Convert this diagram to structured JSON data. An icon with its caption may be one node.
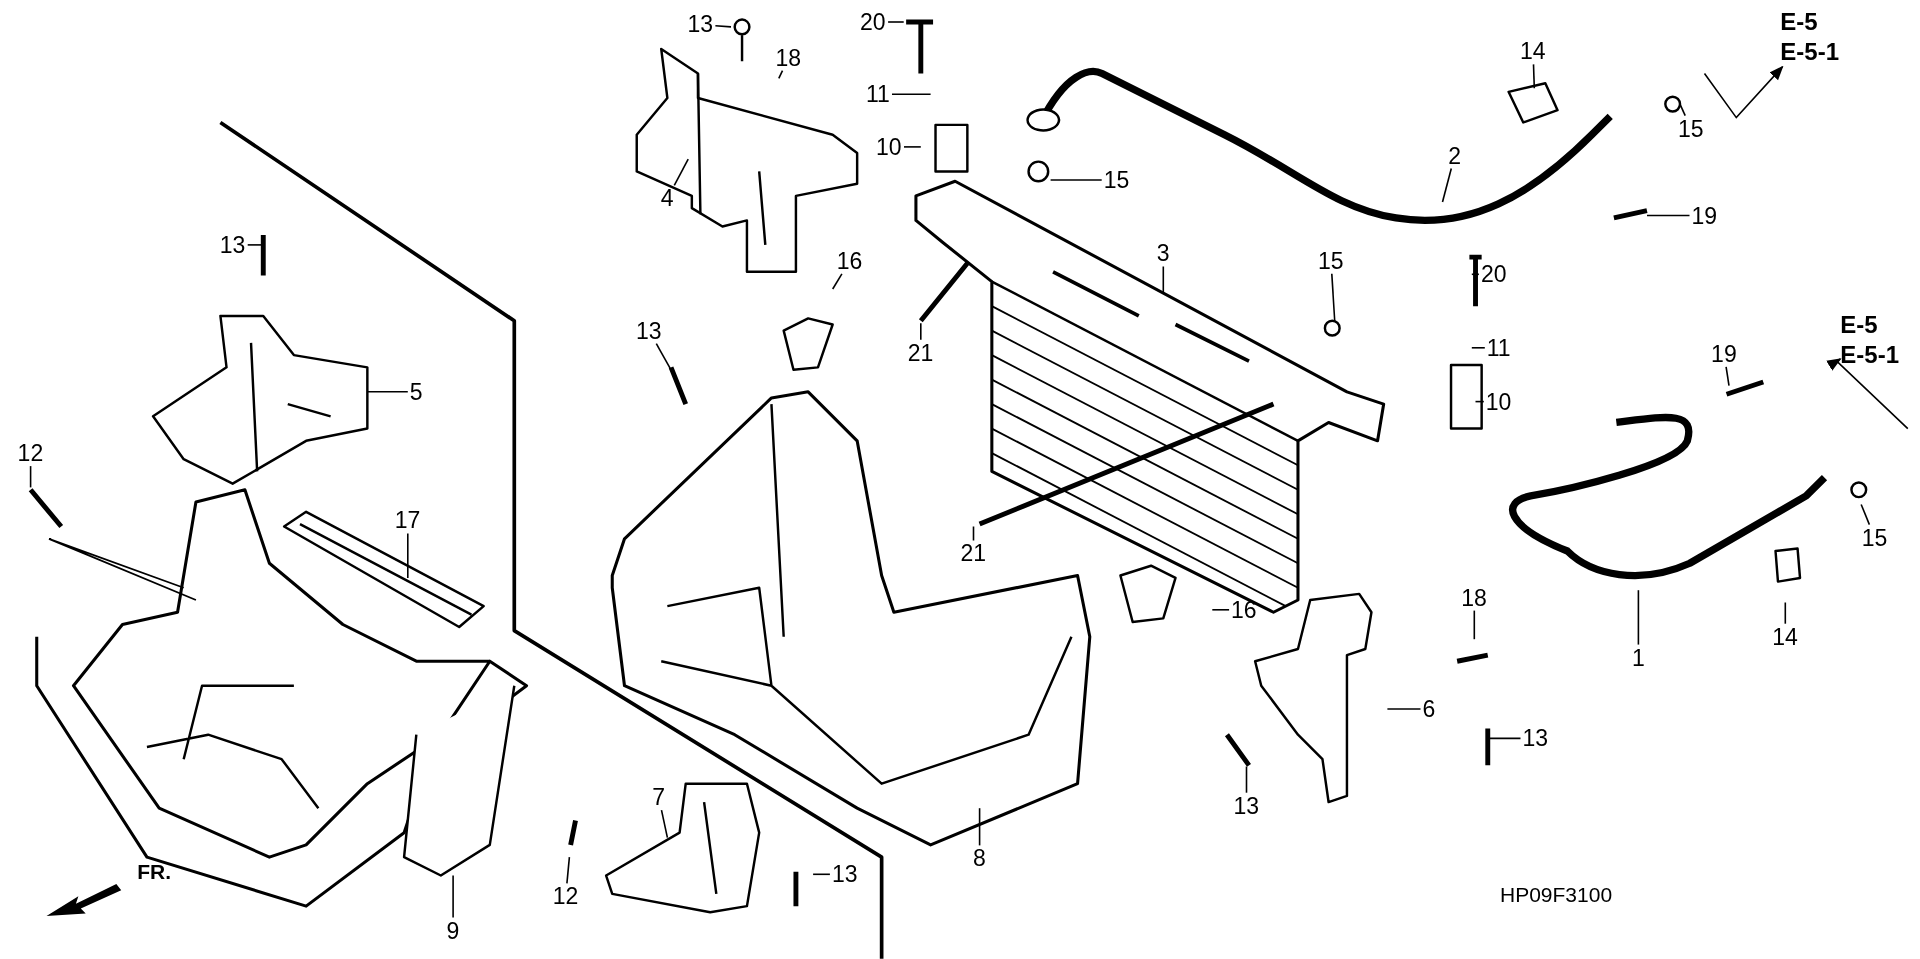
{
  "diagram": {
    "nodes": [
      {
        "text": [
          "13"
        ]
      },
      {
        "text": [
          "20"
        ]
      },
      {
        "text": [
          "18"
        ]
      },
      {
        "text": [
          "11"
        ]
      },
      {
        "text": [
          "10"
        ]
      },
      {
        "text": [
          "15"
        ]
      },
      {
        "text": [
          "4"
        ]
      },
      {
        "text": [
          "14"
        ]
      },
      {
        "text": [
          "2"
        ]
      },
      {
        "text": [
          "15"
        ]
      },
      {
        "text": [
          "19"
        ]
      },
      {
        "text": [
          "E-5",
          "E-5-1"
        ]
      },
      {
        "text": [
          "13"
        ]
      },
      {
        "text": [
          "3"
        ]
      },
      {
        "text": [
          "16"
        ]
      },
      {
        "text": [
          "20"
        ]
      },
      {
        "text": [
          "15"
        ]
      },
      {
        "text": [
          "13"
        ]
      },
      {
        "text": [
          "21"
        ]
      },
      {
        "text": [
          "11"
        ]
      },
      {
        "text": [
          "5"
        ]
      },
      {
        "text": [
          "10"
        ]
      },
      {
        "text": [
          "E-5",
          "E-5-1"
        ]
      },
      {
        "text": [
          "19"
        ]
      },
      {
        "text": [
          "12"
        ]
      },
      {
        "text": [
          "17"
        ]
      },
      {
        "text": [
          "21"
        ]
      },
      {
        "text": [
          "18"
        ]
      },
      {
        "text": [
          "16"
        ]
      },
      {
        "text": [
          "1"
        ]
      },
      {
        "text": [
          "15"
        ]
      },
      {
        "text": [
          "14"
        ]
      },
      {
        "text": [
          "6"
        ]
      },
      {
        "text": [
          "13"
        ]
      },
      {
        "text": [
          "13"
        ]
      },
      {
        "text": [
          "7"
        ]
      },
      {
        "text": [
          "13"
        ]
      },
      {
        "text": [
          "12"
        ]
      },
      {
        "text": [
          "8"
        ]
      },
      {
        "text": [
          "9"
        ]
      }
    ],
    "edges": [
      {
        "from": 0,
        "to": null,
        "arrow": "none"
      },
      {
        "from": 1,
        "to": null,
        "arrow": "none"
      },
      {
        "from": 2,
        "to": null,
        "arrow": "none"
      },
      {
        "from": 3,
        "to": null,
        "arrow": "none"
      },
      {
        "from": 4,
        "to": null,
        "arrow": "none"
      },
      {
        "from": 5,
        "to": null,
        "arrow": "none"
      },
      {
        "from": 6,
        "to": null,
        "arrow": "none"
      },
      {
        "from": 7,
        "to": null,
        "arrow": "none"
      },
      {
        "from": 8,
        "to": null,
        "arrow": "none"
      },
      {
        "from": 9,
        "to": null,
        "arrow": "none"
      },
      {
        "from": 10,
        "to": null,
        "arrow": "none"
      },
      {
        "from": null,
        "to": 11,
        "arrow": "to"
      },
      {
        "from": 12,
        "to": null,
        "arrow": "none"
      },
      {
        "from": 13,
        "to": null,
        "arrow": "none"
      },
      {
        "from": 14,
        "to": null,
        "arrow": "none"
      },
      {
        "from": 15,
        "to": null,
        "arrow": "none"
      },
      {
        "from": 16,
        "to": null,
        "arrow": "none"
      },
      {
        "from": 17,
        "to": null,
        "arrow": "none"
      },
      {
        "from": 18,
        "to": null,
        "arrow": "none"
      },
      {
        "from": 19,
        "to": null,
        "arrow": "none"
      },
      {
        "from": 20,
        "to": null,
        "arrow": "none"
      },
      {
        "from": 21,
        "to": null,
        "arrow": "none"
      },
      {
        "from": null,
        "to": 22,
        "arrow": "to"
      },
      {
        "from": 23,
        "to": null,
        "arrow": "none"
      },
      {
        "from": 24,
        "to": null,
        "arrow": "none"
      },
      {
        "from": 25,
        "to": null,
        "arrow": "none"
      },
      {
        "from": 26,
        "to": null,
        "arrow": "none"
      },
      {
        "from": 27,
        "to": null,
        "arrow": "none"
      },
      {
        "from": 28,
        "to": null,
        "arrow": "none"
      },
      {
        "from": 29,
        "to": null,
        "arrow": "none"
      },
      {
        "from": 30,
        "to": null,
        "arrow": "none"
      },
      {
        "from": 31,
        "to": null,
        "arrow": "none"
      },
      {
        "from": 32,
        "to": null,
        "arrow": "none"
      },
      {
        "from": 33,
        "to": null,
        "arrow": "none"
      },
      {
        "from": 34,
        "to": null,
        "arrow": "none"
      },
      {
        "from": 35,
        "to": null,
        "arrow": "none"
      },
      {
        "from": 36,
        "to": null,
        "arrow": "none"
      },
      {
        "from": 37,
        "to": null,
        "arrow": "none"
      },
      {
        "from": 38,
        "to": null,
        "arrow": "none"
      },
      {
        "from": 39,
        "to": null,
        "arrow": "none"
      }
    ],
    "labels": [
      "FR.",
      "HP09F3100"
    ]
  }
}
